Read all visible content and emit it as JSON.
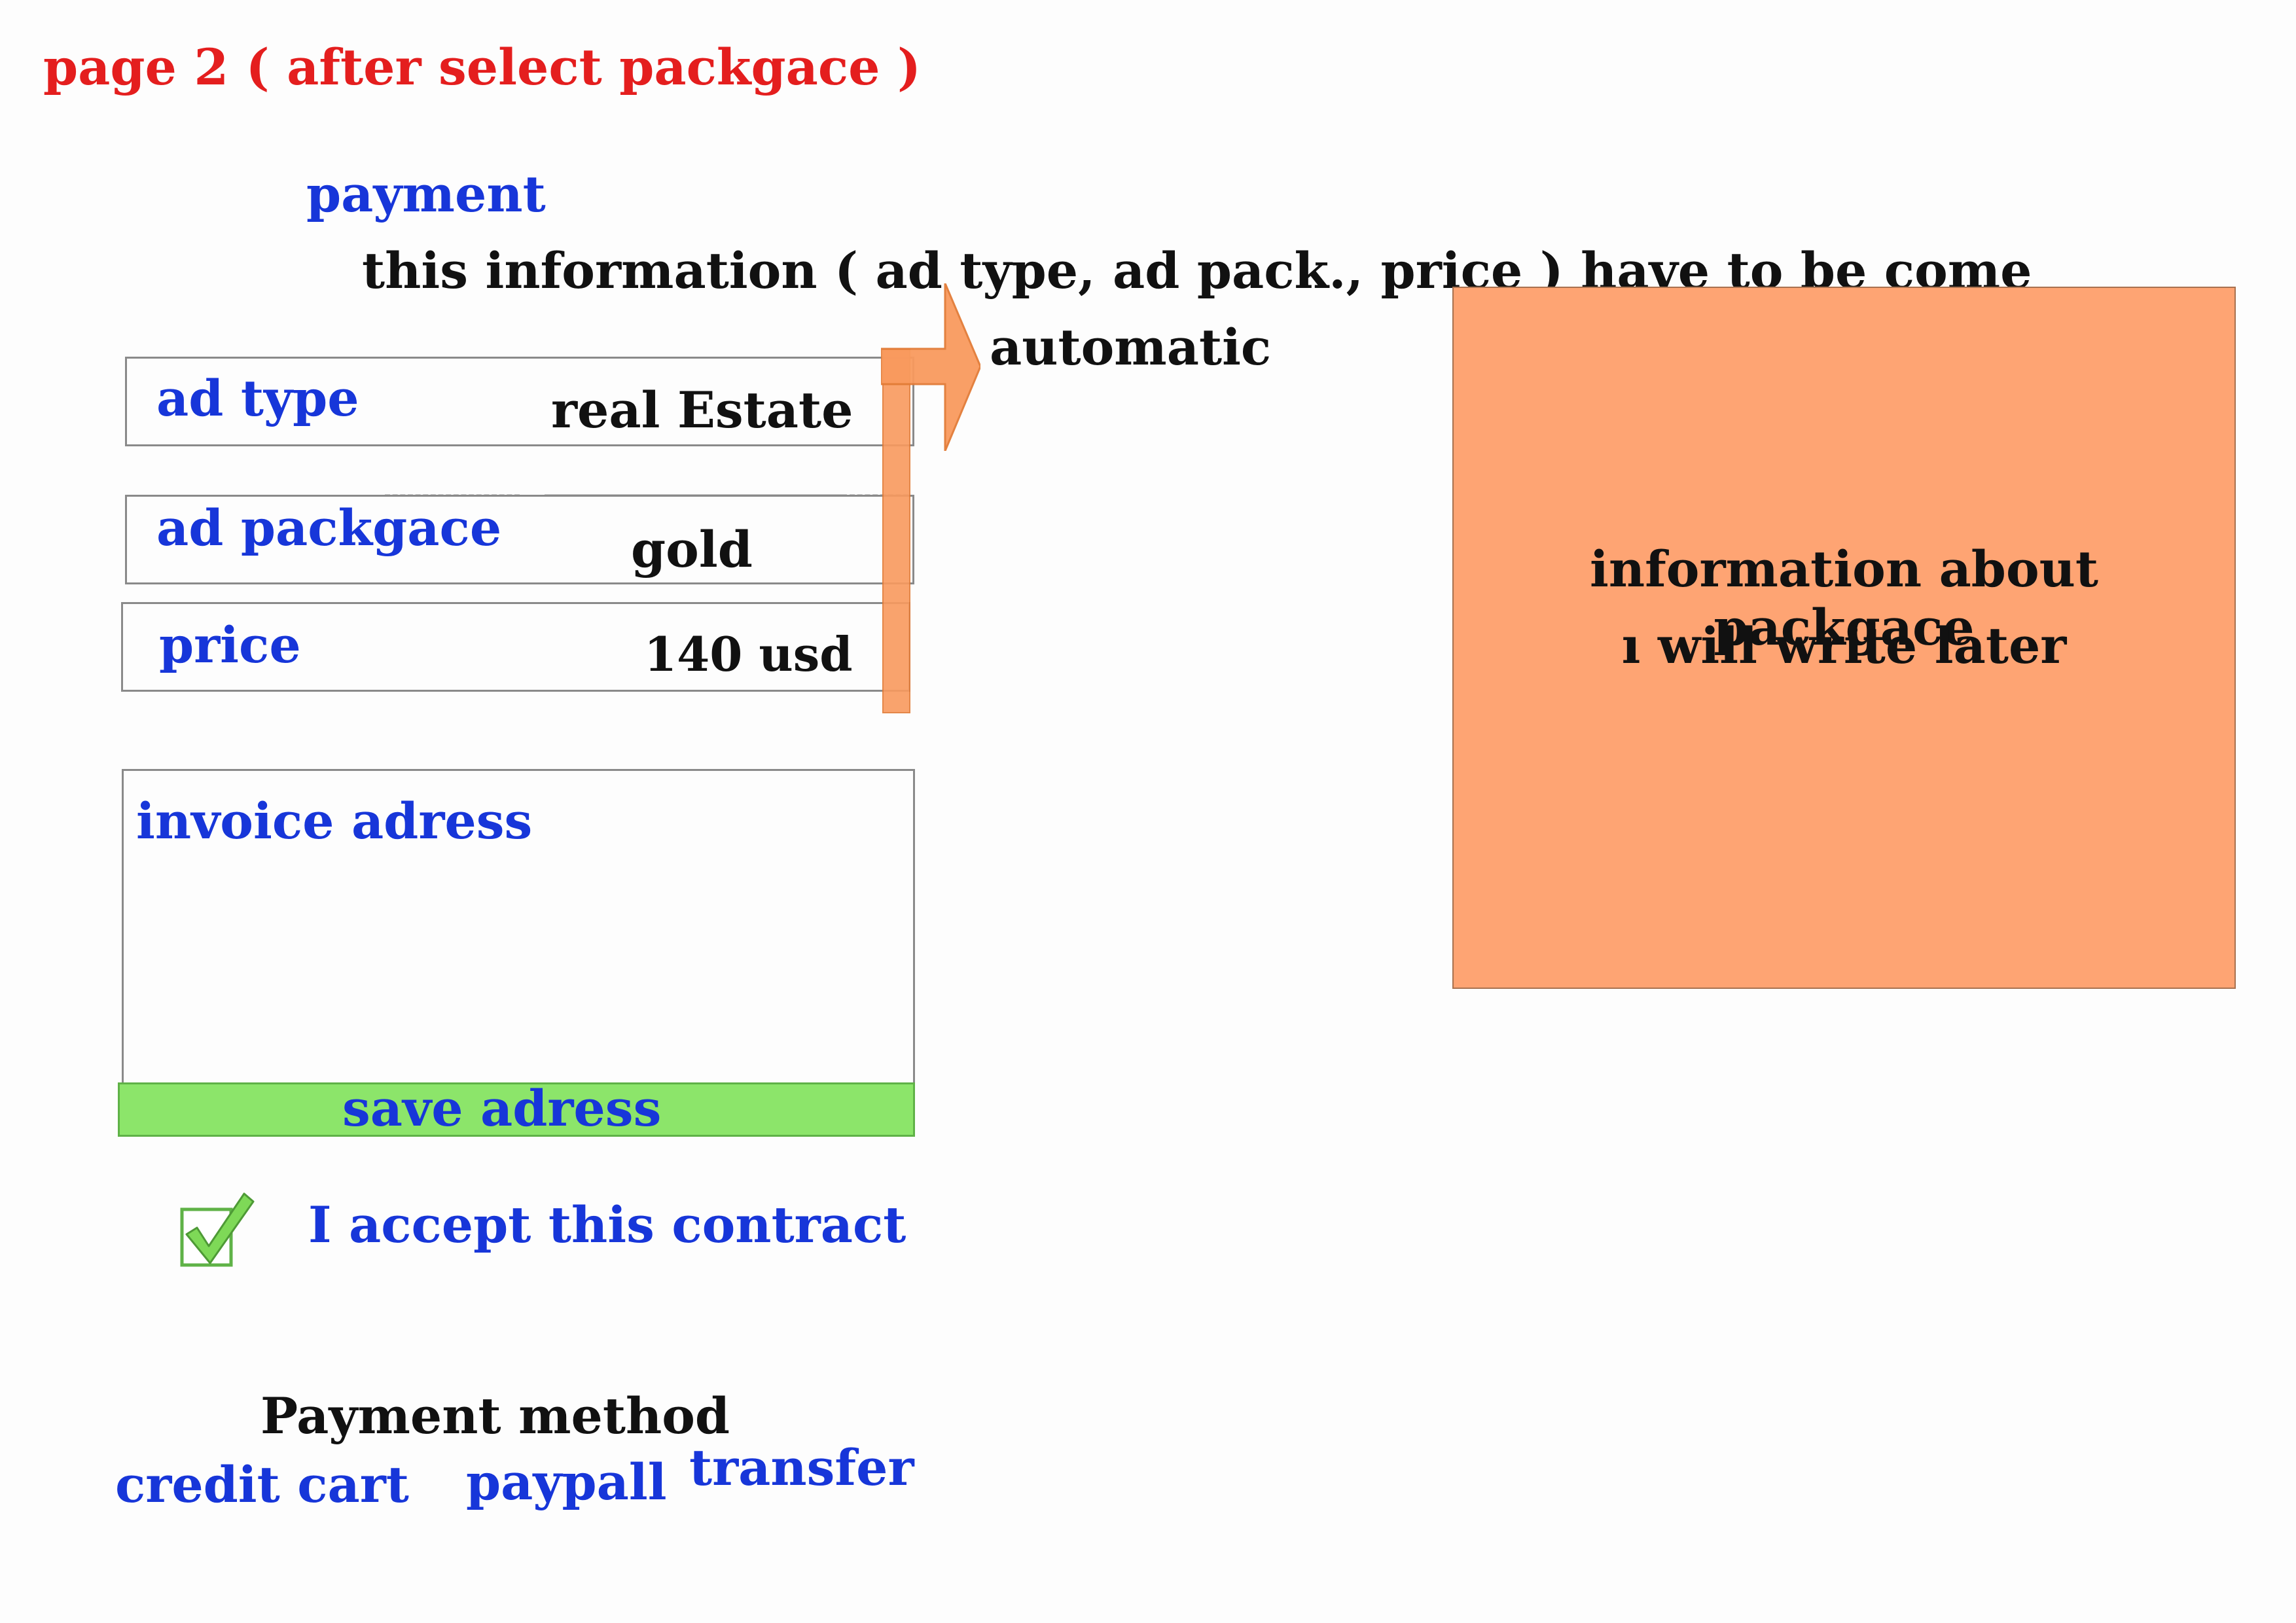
{
  "page_title": "page 2 ( after select packgace )",
  "section_title": "payment",
  "note": {
    "line1": "this information (  ad type, ad pack., price ) have to be come",
    "line2": "automatic"
  },
  "fields": {
    "ad_type": {
      "label": "ad type",
      "value": "real Estate"
    },
    "ad_package": {
      "label": "ad packgace",
      "value": "gold"
    },
    "price": {
      "label": "price",
      "value": "140 usd"
    }
  },
  "info_box": {
    "line1": "information about packgace",
    "line2": "ı will write later"
  },
  "invoice": {
    "label": "invoice adress",
    "save_label": "save adress"
  },
  "contract": {
    "label": "I accept this contract",
    "checked": true
  },
  "payment_method": {
    "title": "Payment method",
    "options": [
      "credit cart",
      "paypall",
      "transfer"
    ]
  },
  "colors": {
    "label_blue": "#1736d9",
    "title_red": "#e41e1e",
    "info_orange": "#fea473",
    "arrow_orange": "#f99a5e",
    "save_green": "#8ce56a",
    "check_green": "#7ed957"
  },
  "icons": {
    "arrow": "right-arrow-icon",
    "checkbox": "checkbox-checked-icon"
  }
}
